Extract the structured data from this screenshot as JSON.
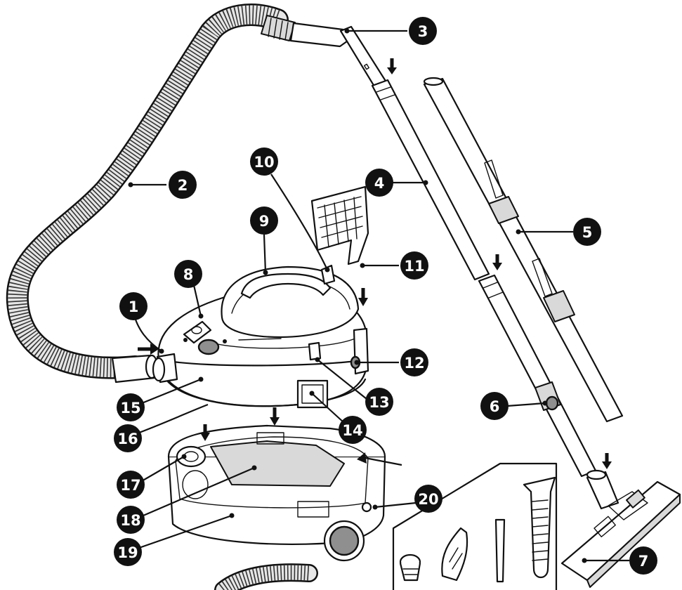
{
  "labels": [
    {
      "id": "1",
      "text": "1"
    },
    {
      "id": "2",
      "text": "2"
    },
    {
      "id": "3",
      "text": "3"
    },
    {
      "id": "4",
      "text": "4"
    },
    {
      "id": "5",
      "text": "5"
    },
    {
      "id": "6",
      "text": "6"
    },
    {
      "id": "7",
      "text": "7"
    },
    {
      "id": "8",
      "text": "8"
    },
    {
      "id": "9",
      "text": "9"
    },
    {
      "id": "10",
      "text": "10"
    },
    {
      "id": "11",
      "text": "11"
    },
    {
      "id": "12",
      "text": "12"
    },
    {
      "id": "13",
      "text": "13"
    },
    {
      "id": "14",
      "text": "14"
    },
    {
      "id": "15",
      "text": "15"
    },
    {
      "id": "16",
      "text": "16"
    },
    {
      "id": "17",
      "text": "17"
    },
    {
      "id": "18",
      "text": "18"
    },
    {
      "id": "19",
      "text": "19"
    },
    {
      "id": "20",
      "text": "20"
    }
  ],
  "colors": {
    "ink": "#111111",
    "paper": "#ffffff",
    "shade": "#d9d9d9",
    "dark_fill": "#8f8f8f"
  }
}
